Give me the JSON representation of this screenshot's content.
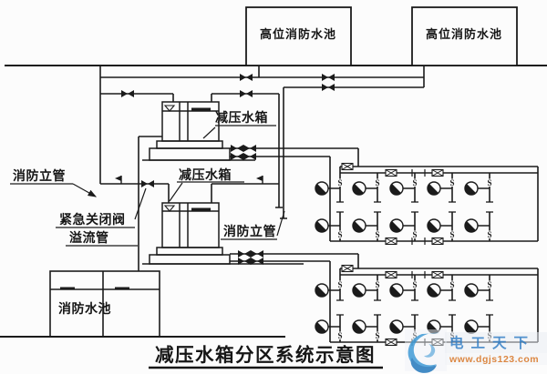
{
  "diagram": {
    "title": "减压水箱分区系统示意图",
    "pools": {
      "pool1": "高位消防水池",
      "pool2": "高位消防水池"
    },
    "tanks": {
      "tank1_label": "减压水箱",
      "tank2_label": "减压水箱"
    },
    "labels": {
      "fire_riser_left": "消防立管",
      "emergency_shutoff_valve": "紧急关闭阀",
      "overflow_pipe": "溢流管",
      "fire_riser_mid": "消防立管",
      "fire_pool": "消防水池"
    },
    "hydrant_grids": {
      "count": 2,
      "columns": 5,
      "rows": 2,
      "s_valve_label": "S"
    },
    "colors": {
      "line": "#1b1b1b",
      "background": "#fcfcfc",
      "watermark_blue": "#3f86c9",
      "watermark_orange": "#d97b2e"
    }
  },
  "watermark": {
    "brand": "电工天下",
    "url": "www.dgjs123.com"
  }
}
